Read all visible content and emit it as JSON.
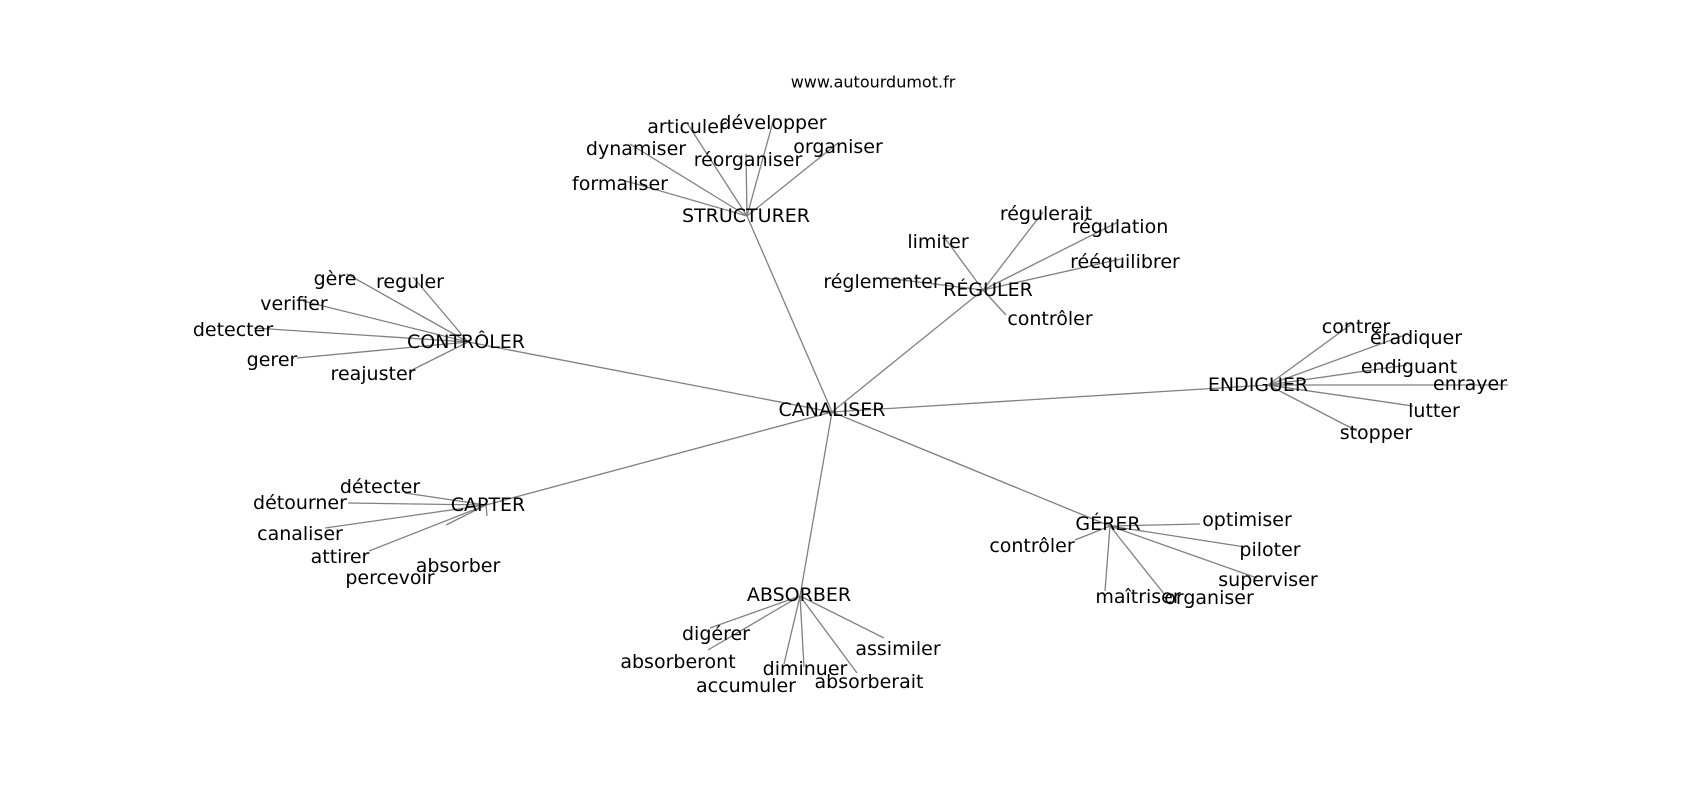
{
  "source": "www.autourdumot.fr",
  "root": "CANALISER",
  "hubs": [
    {
      "id": "structurer",
      "label": "STRUCTURER",
      "leaves": [
        "formaliser",
        "dynamiser",
        "articuler",
        "réorganiser",
        "développer",
        "organiser"
      ]
    },
    {
      "id": "reguler",
      "label": "RÉGULER",
      "leaves": [
        "limiter",
        "régulerait",
        "régulation",
        "rééquilibrer",
        "réglementer",
        "contrôler"
      ]
    },
    {
      "id": "controler",
      "label": "CONTRÔLER",
      "leaves": [
        "gère",
        "reguler",
        "verifier",
        "detecter",
        "gerer",
        "reajuster"
      ]
    },
    {
      "id": "endiguer",
      "label": "ENDIGUER",
      "leaves": [
        "contrer",
        "éradiquer",
        "endiguant",
        "enrayer",
        "lutter",
        "stopper"
      ]
    },
    {
      "id": "capter",
      "label": "CAPTER",
      "leaves": [
        "détecter",
        "détourner",
        "canaliser",
        "attirer",
        "percevoir",
        "absorber"
      ]
    },
    {
      "id": "gerer",
      "label": "GÉRER",
      "leaves": [
        "optimiser",
        "piloter",
        "superviser",
        "organiser",
        "maîtriser",
        "contrôler"
      ]
    },
    {
      "id": "absorber",
      "label": "ABSORBER",
      "leaves": [
        "digérer",
        "absorberont",
        "accumuler",
        "diminuer",
        "absorberait",
        "assimiler"
      ]
    }
  ]
}
